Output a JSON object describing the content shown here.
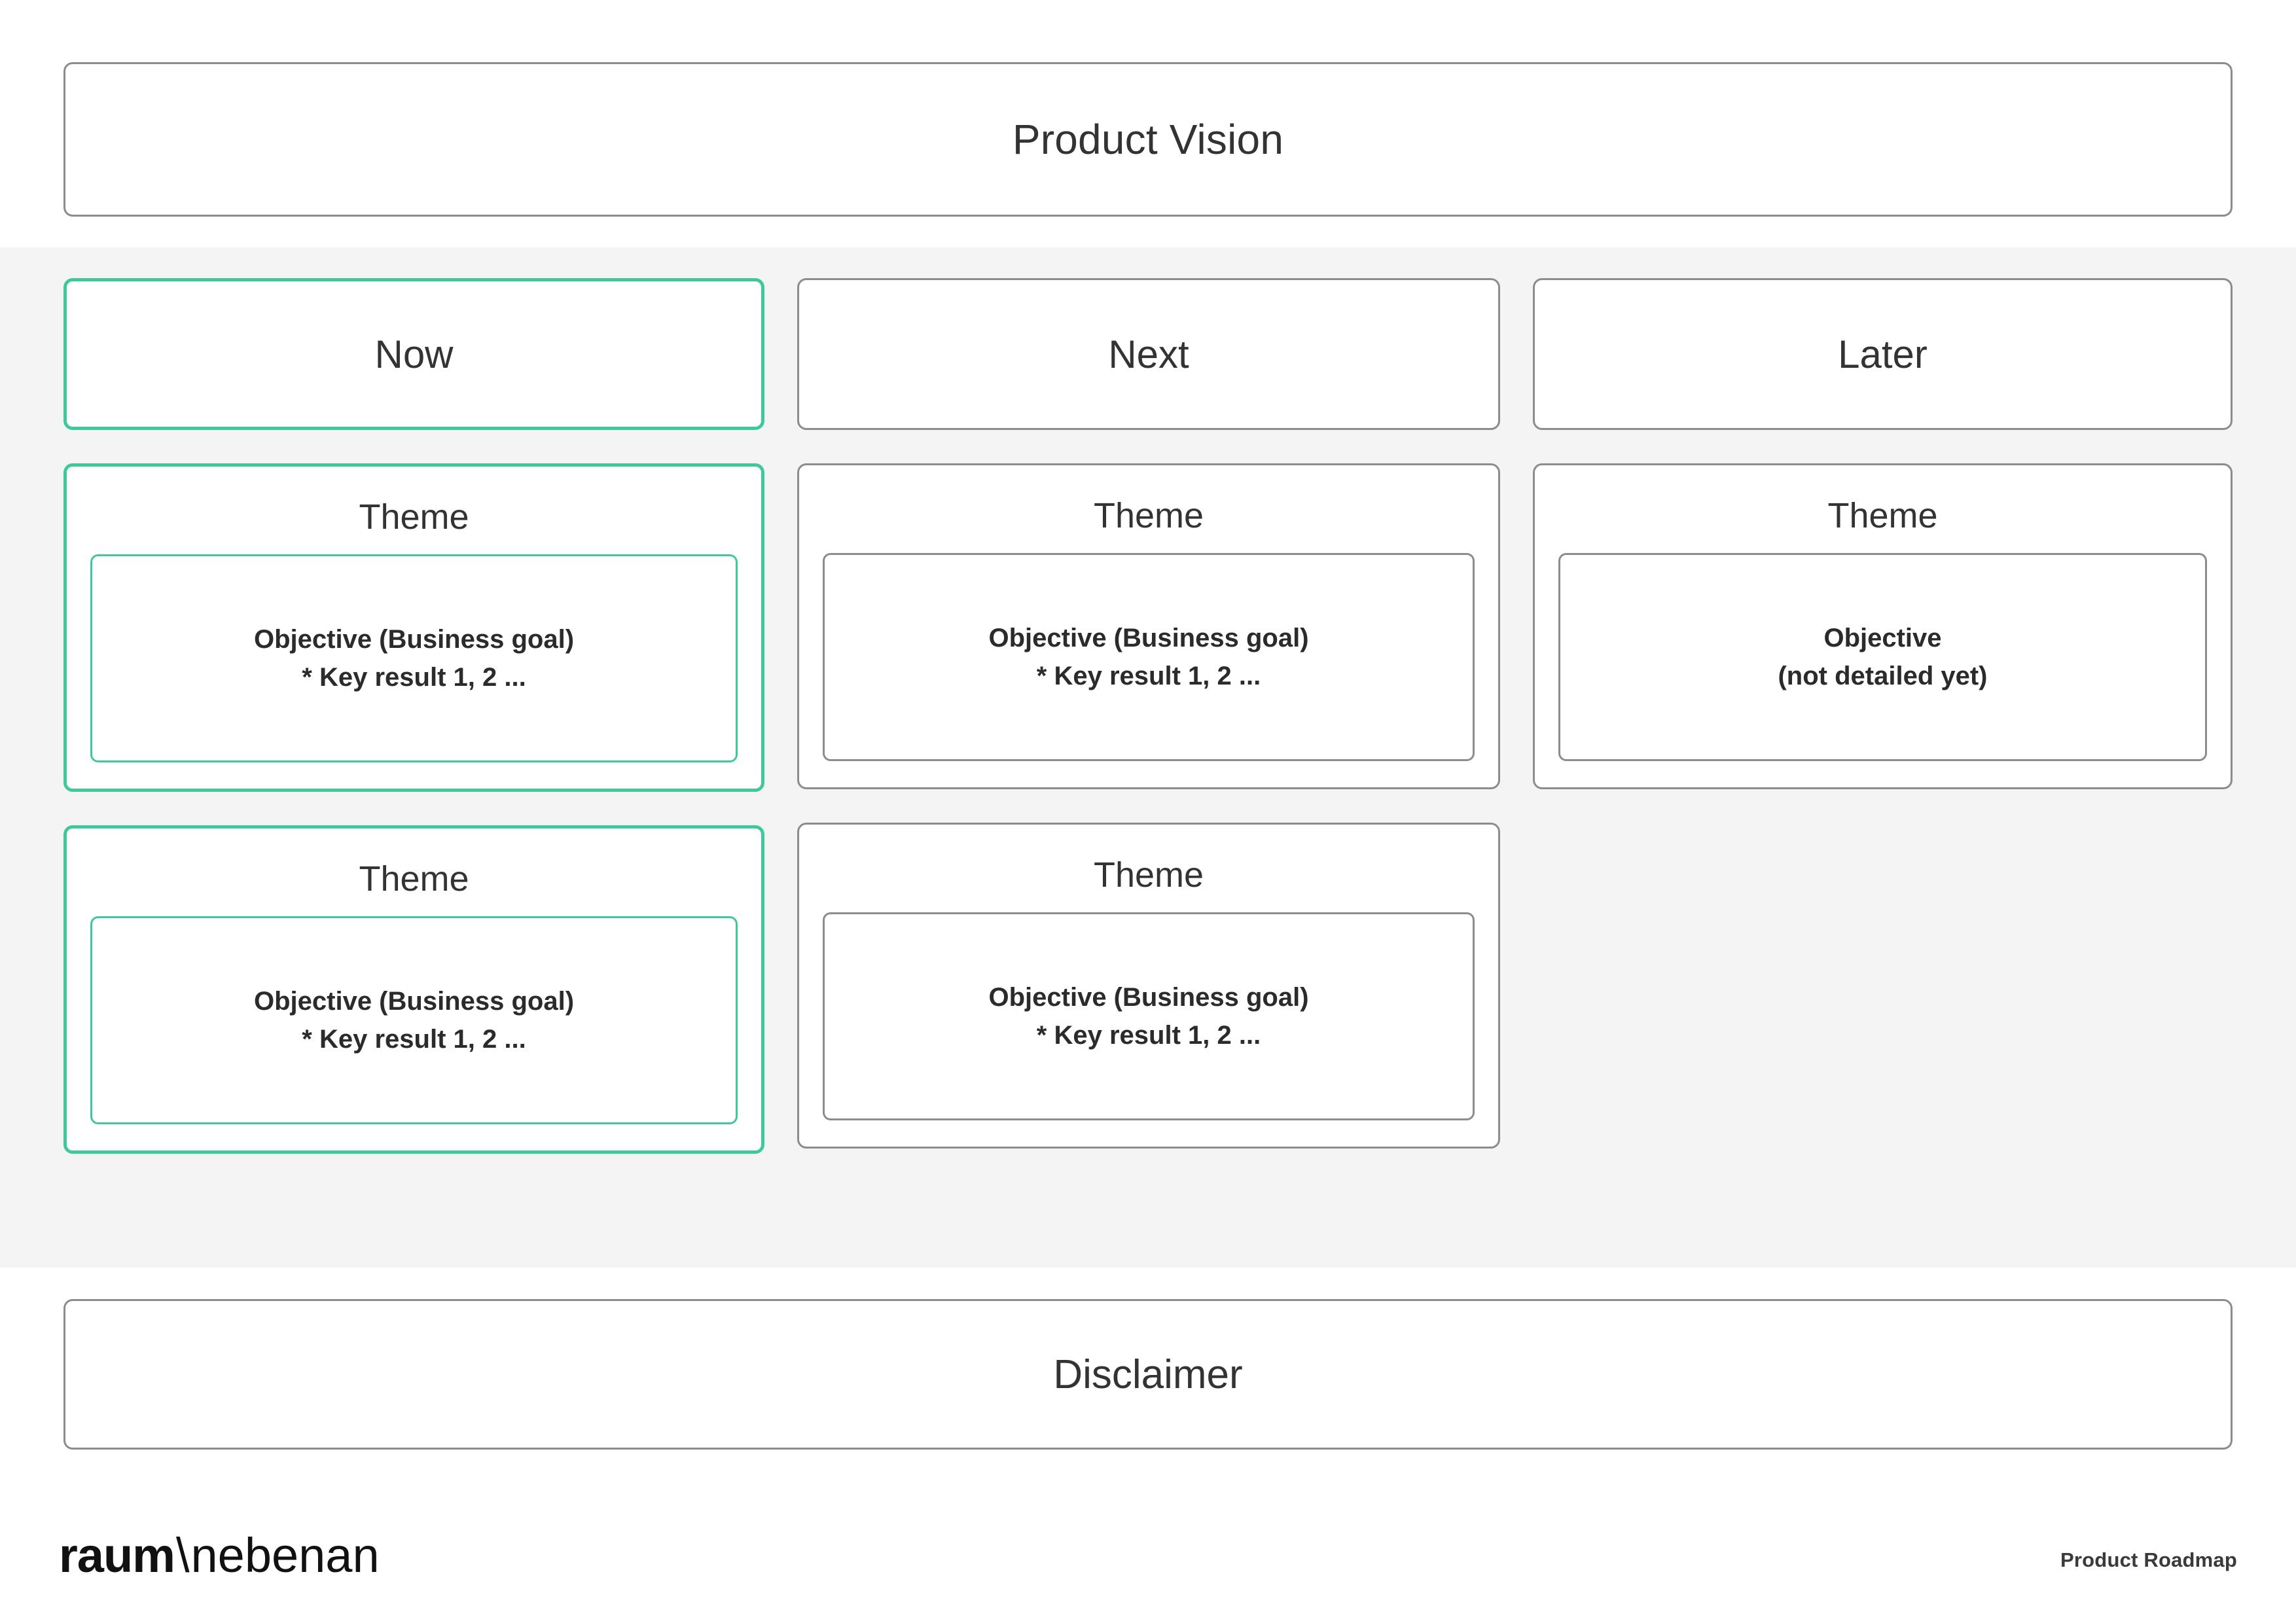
{
  "theme_colors": {
    "accent_green": "#3fc99b",
    "border_grey": "#8c8c8c",
    "band_background": "#f4f4f4",
    "page_background": "#ffffff",
    "text": "#333333"
  },
  "vision": {
    "label": "Product Vision"
  },
  "columns": [
    {
      "id": "now",
      "header": "Now",
      "highlighted": true,
      "themes": [
        {
          "title": "Theme",
          "objective": "Objective (Business goal)\n* Key result 1, 2 ...",
          "highlighted": true
        },
        {
          "title": "Theme",
          "objective": "Objective (Business goal)\n* Key result 1, 2 ...",
          "highlighted": true
        }
      ]
    },
    {
      "id": "next",
      "header": "Next",
      "highlighted": false,
      "themes": [
        {
          "title": "Theme",
          "objective": "Objective (Business goal)\n* Key result 1, 2 ...",
          "highlighted": false
        },
        {
          "title": "Theme",
          "objective": "Objective (Business goal)\n* Key result 1, 2 ...",
          "highlighted": false
        }
      ]
    },
    {
      "id": "later",
      "header": "Later",
      "highlighted": false,
      "themes": [
        {
          "title": "Theme",
          "objective": "Objective\n(not detailed yet)",
          "highlighted": false
        }
      ]
    }
  ],
  "disclaimer": {
    "label": "Disclaimer"
  },
  "footer": {
    "logo_strong": "raum",
    "logo_slash": "\\",
    "logo_light": "nebenan",
    "label": "Product Roadmap"
  }
}
